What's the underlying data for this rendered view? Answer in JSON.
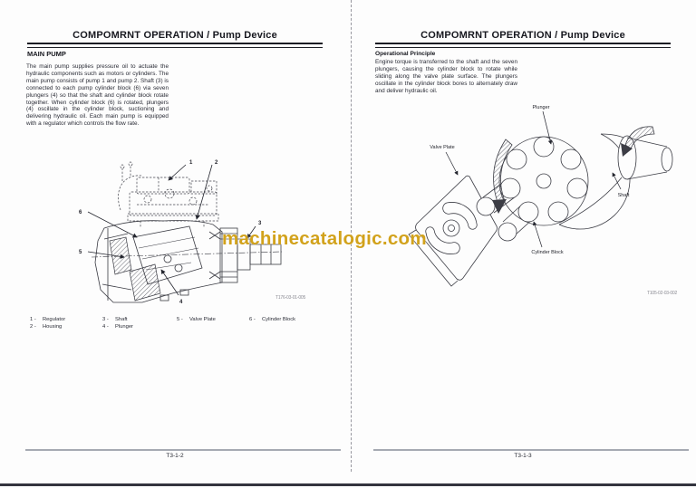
{
  "watermark": {
    "text": "machinecatalogic.com",
    "color": "#d2a21b"
  },
  "left_page": {
    "header": "COMPOMRNT OPERATION / Pump Device",
    "section_title": "MAIN PUMP",
    "body": "The main pump supplies pressure oil to actuate the hydraulic components such as motors or cylinders. The main pump consists of pump 1 and pump 2. Shaft (3) is connected to each pump cylinder block (6) via seven plungers (4) so that the shaft and cylinder block rotate together. When cylinder block (6) is rotated, plungers (4) oscillate in the cylinder block, suctioning and delivering hydraulic oil. Each main pump is equipped with a regulator which controls the flow rate.",
    "figure": {
      "callouts": [
        "1",
        "2",
        "3",
        "4",
        "5",
        "6"
      ],
      "code": "T176-03-01-005"
    },
    "legend": [
      {
        "num": "1 -",
        "label": "Regulator"
      },
      {
        "num": "2 -",
        "label": "Housing"
      },
      {
        "num": "3 -",
        "label": "Shaft"
      },
      {
        "num": "4 -",
        "label": "Plunger"
      },
      {
        "num": "5 -",
        "label": "Valve Plate"
      },
      {
        "num": "6 -",
        "label": "Cylinder Block"
      }
    ],
    "page_number": "T3-1-2"
  },
  "right_page": {
    "header": "COMPOMRNT OPERATION / Pump Device",
    "section_title": "Operational Principle",
    "body": "Engine torque is transferred to the shaft and the seven plungers, causing the cylinder block to rotate while sliding along the valve plate surface. The plungers oscillate in the cylinder block bores to alternately draw and deliver hydraulic oil.",
    "figure": {
      "labels": {
        "plunger": "Plunger",
        "valve_plate": "Valve Plate",
        "shaft": "Shaft",
        "cylinder_block": "Cylinder Block"
      },
      "code": "T105-02-03-002"
    },
    "page_number": "T3-1-3"
  }
}
